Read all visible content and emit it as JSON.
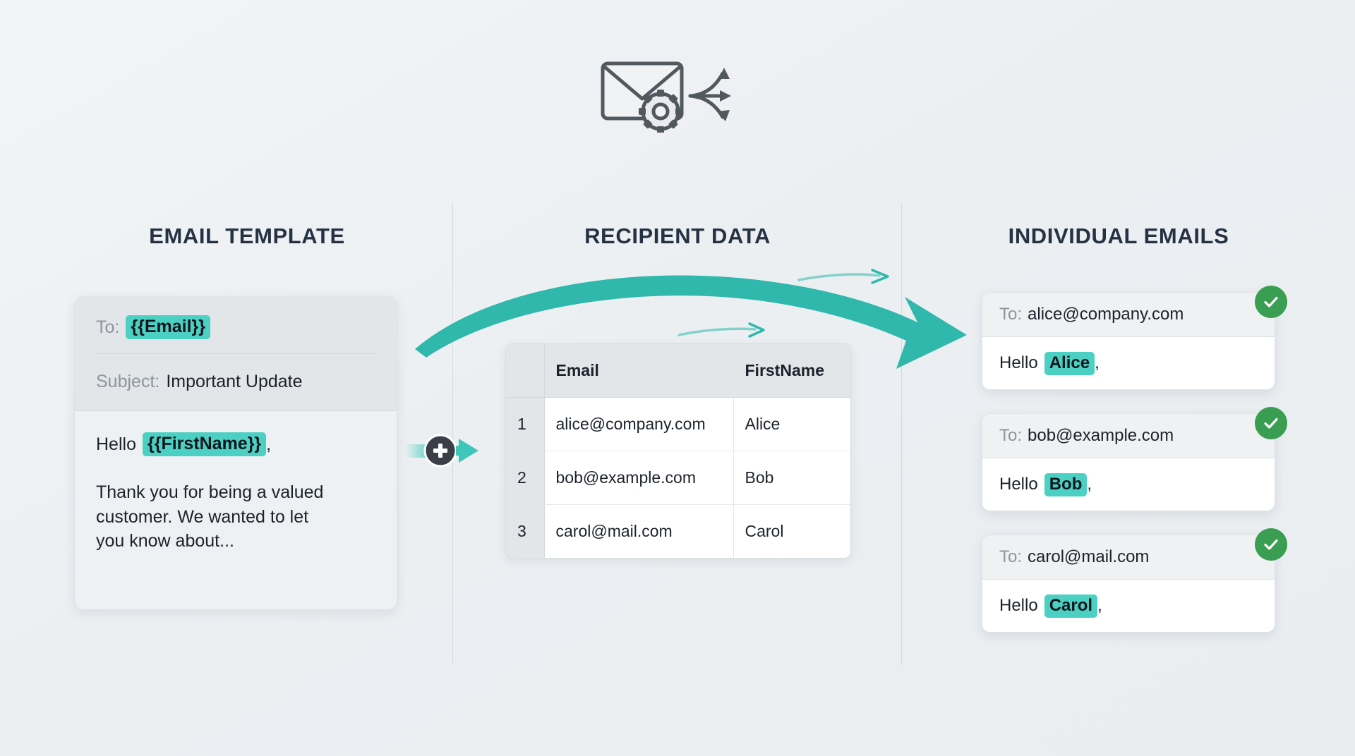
{
  "header": {
    "icon": "envelope-gear-arrows-icon"
  },
  "sections": {
    "template_title": "EMAIL TEMPLATE",
    "recipient_title": "RECIPIENT DATA",
    "emails_title": "INDIVIDUAL EMAILS"
  },
  "template": {
    "to_label": "To:",
    "to_token": "{{Email}}",
    "subject_label": "Subject:",
    "subject_value": "Important Update",
    "greeting_prefix": "Hello",
    "greeting_token": "{{FirstName}}",
    "greeting_suffix": ",",
    "paragraph": "Thank you for being a valued customer. We wanted to let you know about..."
  },
  "merge": {
    "plus_label": "+",
    "plus_icon": "plus-icon",
    "arrow_icon": "arrow-right-icon"
  },
  "recipients": {
    "columns": [
      "",
      "Email",
      "FirstName"
    ],
    "rows": [
      {
        "num": "1",
        "email": "alice@company.com",
        "first": "Alice"
      },
      {
        "num": "2",
        "email": "bob@example.com",
        "first": "Bob"
      },
      {
        "num": "3",
        "email": "carol@mail.com",
        "first": "Carol"
      }
    ]
  },
  "emails": [
    {
      "to_label": "To:",
      "to_value": "alice@company.com",
      "greeting_prefix": "Hello",
      "name": "Alice",
      "greeting_suffix": ",",
      "status_icon": "check-circle-icon"
    },
    {
      "to_label": "To:",
      "to_value": "bob@example.com",
      "greeting_prefix": "Hello",
      "name": "Bob",
      "greeting_suffix": ",",
      "status_icon": "check-circle-icon"
    },
    {
      "to_label": "To:",
      "to_value": "carol@mail.com",
      "greeting_prefix": "Hello",
      "name": "Carol",
      "greeting_suffix": ",",
      "status_icon": "check-circle-icon"
    }
  ],
  "colors": {
    "accent_teal": "#4dd0c4",
    "arrow_teal": "#2fb8ab",
    "success_green": "#3a9e52",
    "title_navy": "#263243",
    "background": "#eef1f3"
  }
}
